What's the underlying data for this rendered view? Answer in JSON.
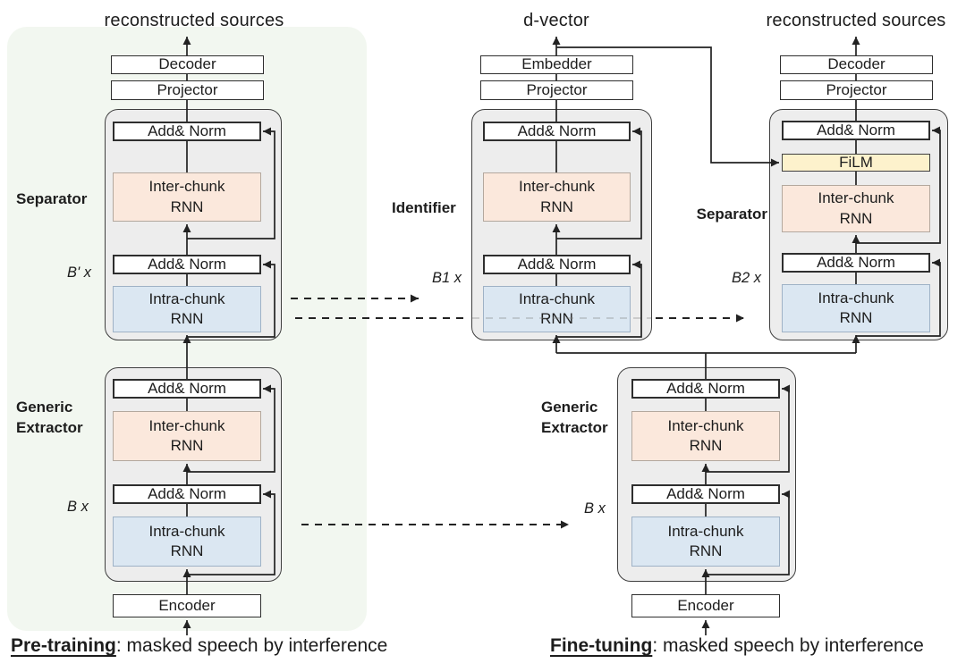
{
  "palette": {
    "page_bg": "#ffffff",
    "pretrain_panel_bg": "#f2f7f0",
    "block_bg": "#ededed",
    "block_border": "#3f3f3f",
    "box_border": "#2e2e2e",
    "inter_chunk_fill": "#fbe8dc",
    "intra_chunk_fill": "#dbe7f2",
    "film_fill": "#fdf2cc",
    "line_color": "#222222"
  },
  "labels": {
    "reconstructed_sources": "reconstructed sources",
    "d_vector": "d-vector",
    "decoder": "Decoder",
    "projector": "Projector",
    "embedder": "Embedder",
    "encoder": "Encoder",
    "add_norm": "Add& Norm",
    "inter_chunk_rnn": "Inter-chunk\nRNN",
    "intra_chunk_rnn": "Intra-chunk\nRNN",
    "film": "FiLM",
    "separator": "Separator",
    "identifier": "Identifier",
    "generic_extractor": "Generic\nExtractor",
    "repeat_b_prime": "B' x",
    "repeat_b": "B x",
    "repeat_b1": "B1 x",
    "repeat_b2": "B2 x"
  },
  "captions": {
    "pretraining_term": "Pre-training",
    "pretraining_rest": ": masked speech by interference",
    "finetuning_term": "Fine-tuning",
    "finetuning_rest": ": masked speech by interference"
  }
}
